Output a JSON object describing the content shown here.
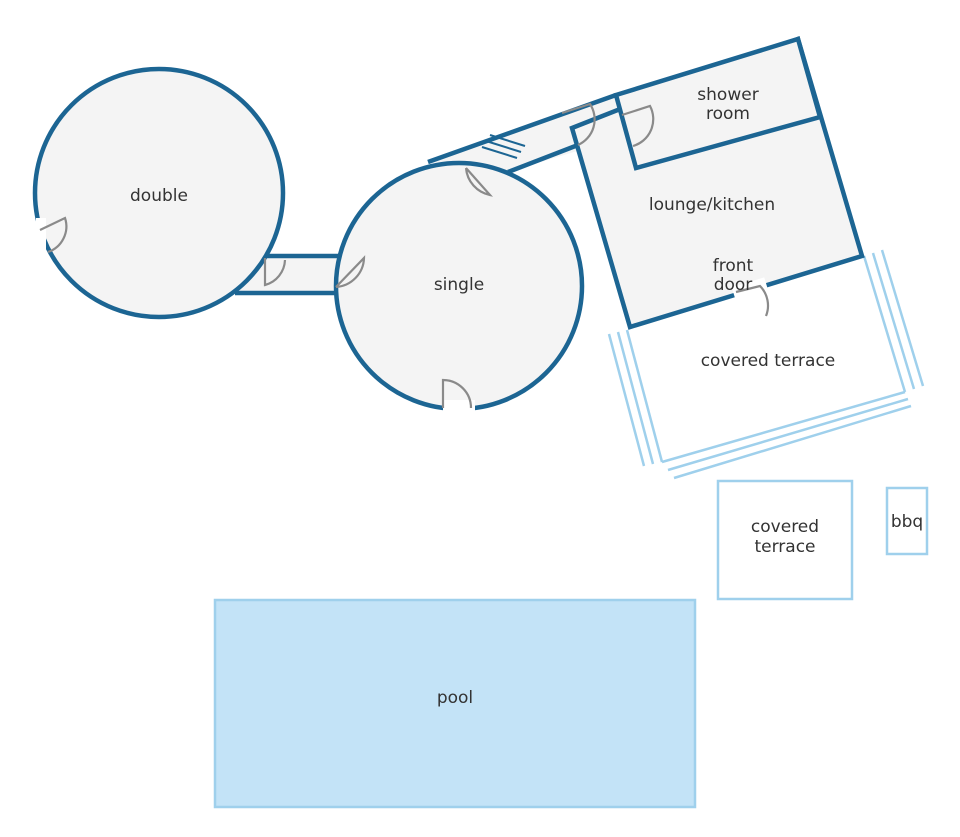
{
  "colors": {
    "wall": "#1c6593",
    "floor": "#f4f4f4",
    "terrace": "#9fd0ec",
    "pool": "#c3e3f7",
    "door": "#8a8a8a",
    "text": "#333333"
  },
  "rooms": {
    "double": "double",
    "single": "single",
    "shower_room": [
      "shower",
      "room"
    ],
    "lounge_kitchen": "lounge/kitchen",
    "front_door": [
      "front",
      "door"
    ],
    "covered_terrace_main": "covered terrace",
    "covered_terrace_small": [
      "covered",
      "terrace"
    ],
    "bbq": "bbq",
    "pool": "pool"
  }
}
